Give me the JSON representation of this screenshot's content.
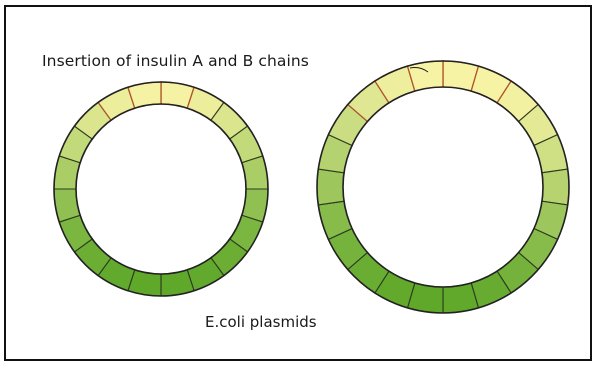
{
  "title": "Insertion of insulin A and B chains",
  "caption": "E.coli plasmids",
  "colors": {
    "frame": "#111111",
    "segment_yellow": "#f7f3a5",
    "segment_green": "#5fa82a",
    "insert_border": "#b0562b",
    "segment_border": "#2c3a1f"
  },
  "plasmids": [
    {
      "name": "left-plasmid",
      "segments": 20,
      "insert_segments": 4
    },
    {
      "name": "right-plasmid",
      "segments": 22,
      "insert_segments": 6
    }
  ]
}
